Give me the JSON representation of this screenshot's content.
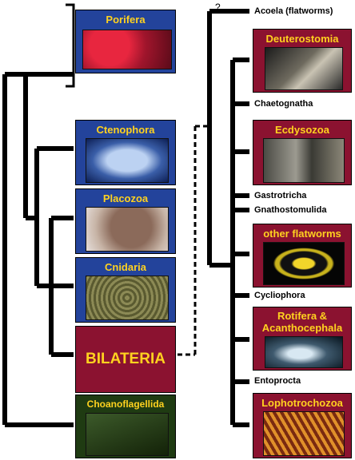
{
  "taxa_left": {
    "porifera": "Porifera",
    "ctenophora": "Ctenophora",
    "placozoa": "Placozoa",
    "cnidaria": "Cnidaria",
    "bilateria": "BILATERIA",
    "choanoflagellida": "Choanoflagellida"
  },
  "taxa_right": {
    "question": "?",
    "acoela": "Acoela (flatworms)",
    "deuterostomia": "Deuterostomia",
    "chaetognatha": "Chaetognatha",
    "ecdysozoa": "Ecdysozoa",
    "gastrotricha": "Gastrotricha",
    "gnathostomulida": "Gnathostomulida",
    "other_flatworms": "other flatworms",
    "cycliophora": "Cycliophora",
    "rotifera_line1": "Rotifera &",
    "rotifera_line2": "Acanthocephala",
    "entoprocta": "Entoprocta",
    "lophotrochozoa": "Lophotrochozoa"
  },
  "colors": {
    "box_blue": "#23439b",
    "box_red": "#8b1230",
    "box_green": "#1f3b12",
    "label_yellow": "#ffd21f",
    "tree_line": "#000000"
  }
}
